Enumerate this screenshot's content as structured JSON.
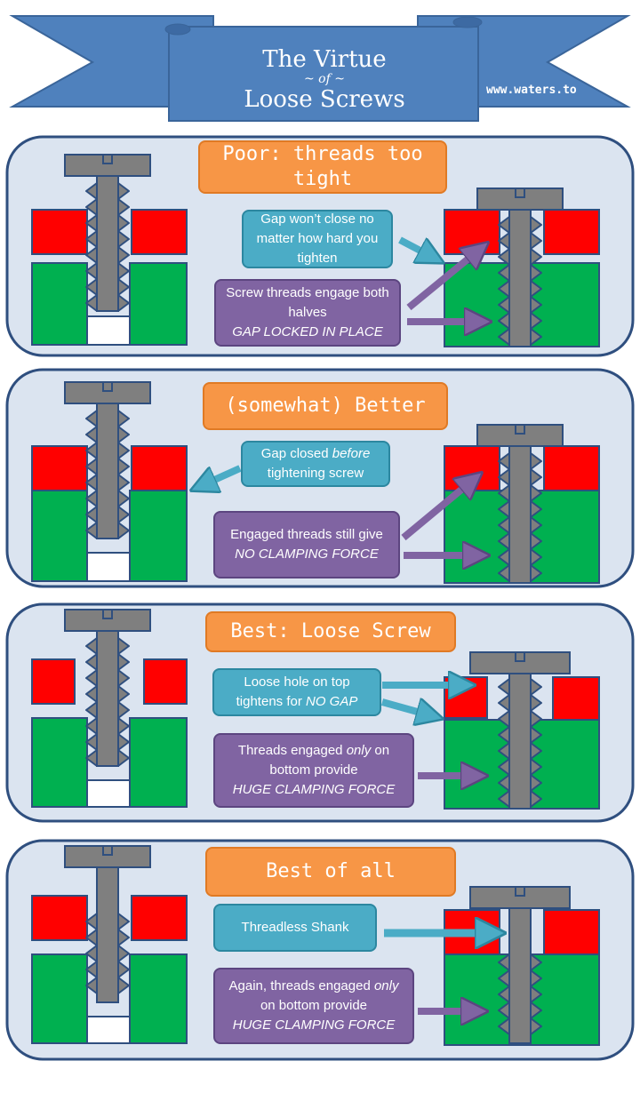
{
  "header": {
    "title_line1": "The Virtue",
    "title_line2": "~ of ~",
    "title_line3": "Loose Screws",
    "site": "www.waters.to"
  },
  "colors": {
    "banner": "#4f81bd",
    "panel_fill": "#dbe4f0",
    "panel_stroke": "#2f4f7f",
    "red": "#ff0000",
    "green": "#00b050",
    "screw": "#7f7f7f",
    "orange": "#f79646",
    "teal": "#4bacc6",
    "purple": "#8064a2"
  },
  "panels": [
    {
      "title": "Poor: threads too tight",
      "box1": {
        "text": "Gap won’t close no matter how hard you tighten"
      },
      "box2": {
        "line1": "Screw threads engage both halves",
        "line2": "GAP LOCKED IN PLACE"
      }
    },
    {
      "title": "(somewhat) Better",
      "box1": {
        "pre": "Gap closed ",
        "em": "before",
        "post": " tightening screw"
      },
      "box2": {
        "line1": "Engaged threads still give",
        "line2": "NO CLAMPING FORCE"
      }
    },
    {
      "title": "Best: Loose Screw",
      "box1": {
        "pre": "Loose hole on top tightens for ",
        "em": "NO GAP"
      },
      "box2": {
        "pre": "Threads engaged ",
        "em": "only",
        "post": " on bottom provide",
        "line2": "HUGE CLAMPING FORCE"
      }
    },
    {
      "title": "Best of all",
      "box1": {
        "text": "Threadless Shank"
      },
      "box2": {
        "pre": "Again, threads engaged ",
        "em": "only",
        "post": " on bottom provide",
        "line2": "HUGE CLAMPING FORCE"
      }
    }
  ]
}
